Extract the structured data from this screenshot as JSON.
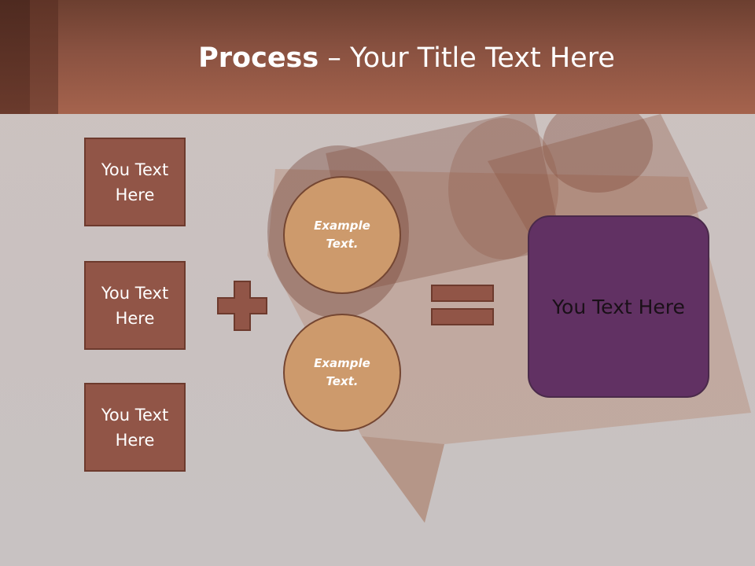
{
  "header": {
    "title_bold": "Process",
    "title_rest": " – Your Title Text Here"
  },
  "left_boxes": [
    {
      "text": "You Text Here"
    },
    {
      "text": "You Text Here"
    },
    {
      "text": "You Text Here"
    }
  ],
  "circles": [
    {
      "text": "Example Text."
    },
    {
      "text": "Example Text."
    }
  ],
  "result": {
    "text": "You Text Here"
  },
  "colors": {
    "header": "#a5634d",
    "box_fill": "#915547",
    "circle_fill": "#cd9a6c",
    "result_fill": "#613163"
  }
}
